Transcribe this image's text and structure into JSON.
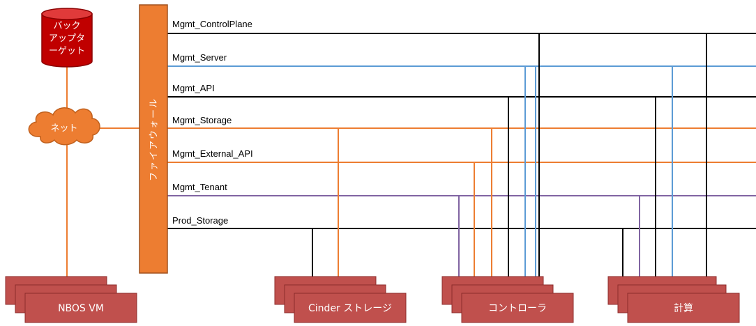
{
  "backup_target": {
    "label_lines": [
      "バック",
      "アップタ",
      "ーゲット"
    ]
  },
  "cloud": {
    "label": "ネット"
  },
  "firewall": {
    "label": "ファイアウォール"
  },
  "networks": [
    {
      "label": "Mgmt_ControlPlane",
      "color": "#000000"
    },
    {
      "label": "Mgmt_Server",
      "color": "#5b9bd5"
    },
    {
      "label": "Mgmt_API",
      "color": "#000000"
    },
    {
      "label": "Mgmt_Storage",
      "color": "#ed7d31"
    },
    {
      "label": "Mgmt_External_API",
      "color": "#ed7d31"
    },
    {
      "label": "Mgmt_Tenant",
      "color": "#8064a2"
    },
    {
      "label": "Prod_Storage",
      "color": "#000000"
    }
  ],
  "nodes": {
    "nbos_vm": "NBOS VM",
    "cinder": "Cinder ストレージ",
    "controller": "コントローラ",
    "compute": "計算"
  },
  "colors": {
    "orange": "#ed7d31",
    "node_fill": "#c0504d",
    "node_stroke": "#8c2b2b",
    "cylinder_fill": "#c00000",
    "firewall_fill": "#ed7d31"
  }
}
